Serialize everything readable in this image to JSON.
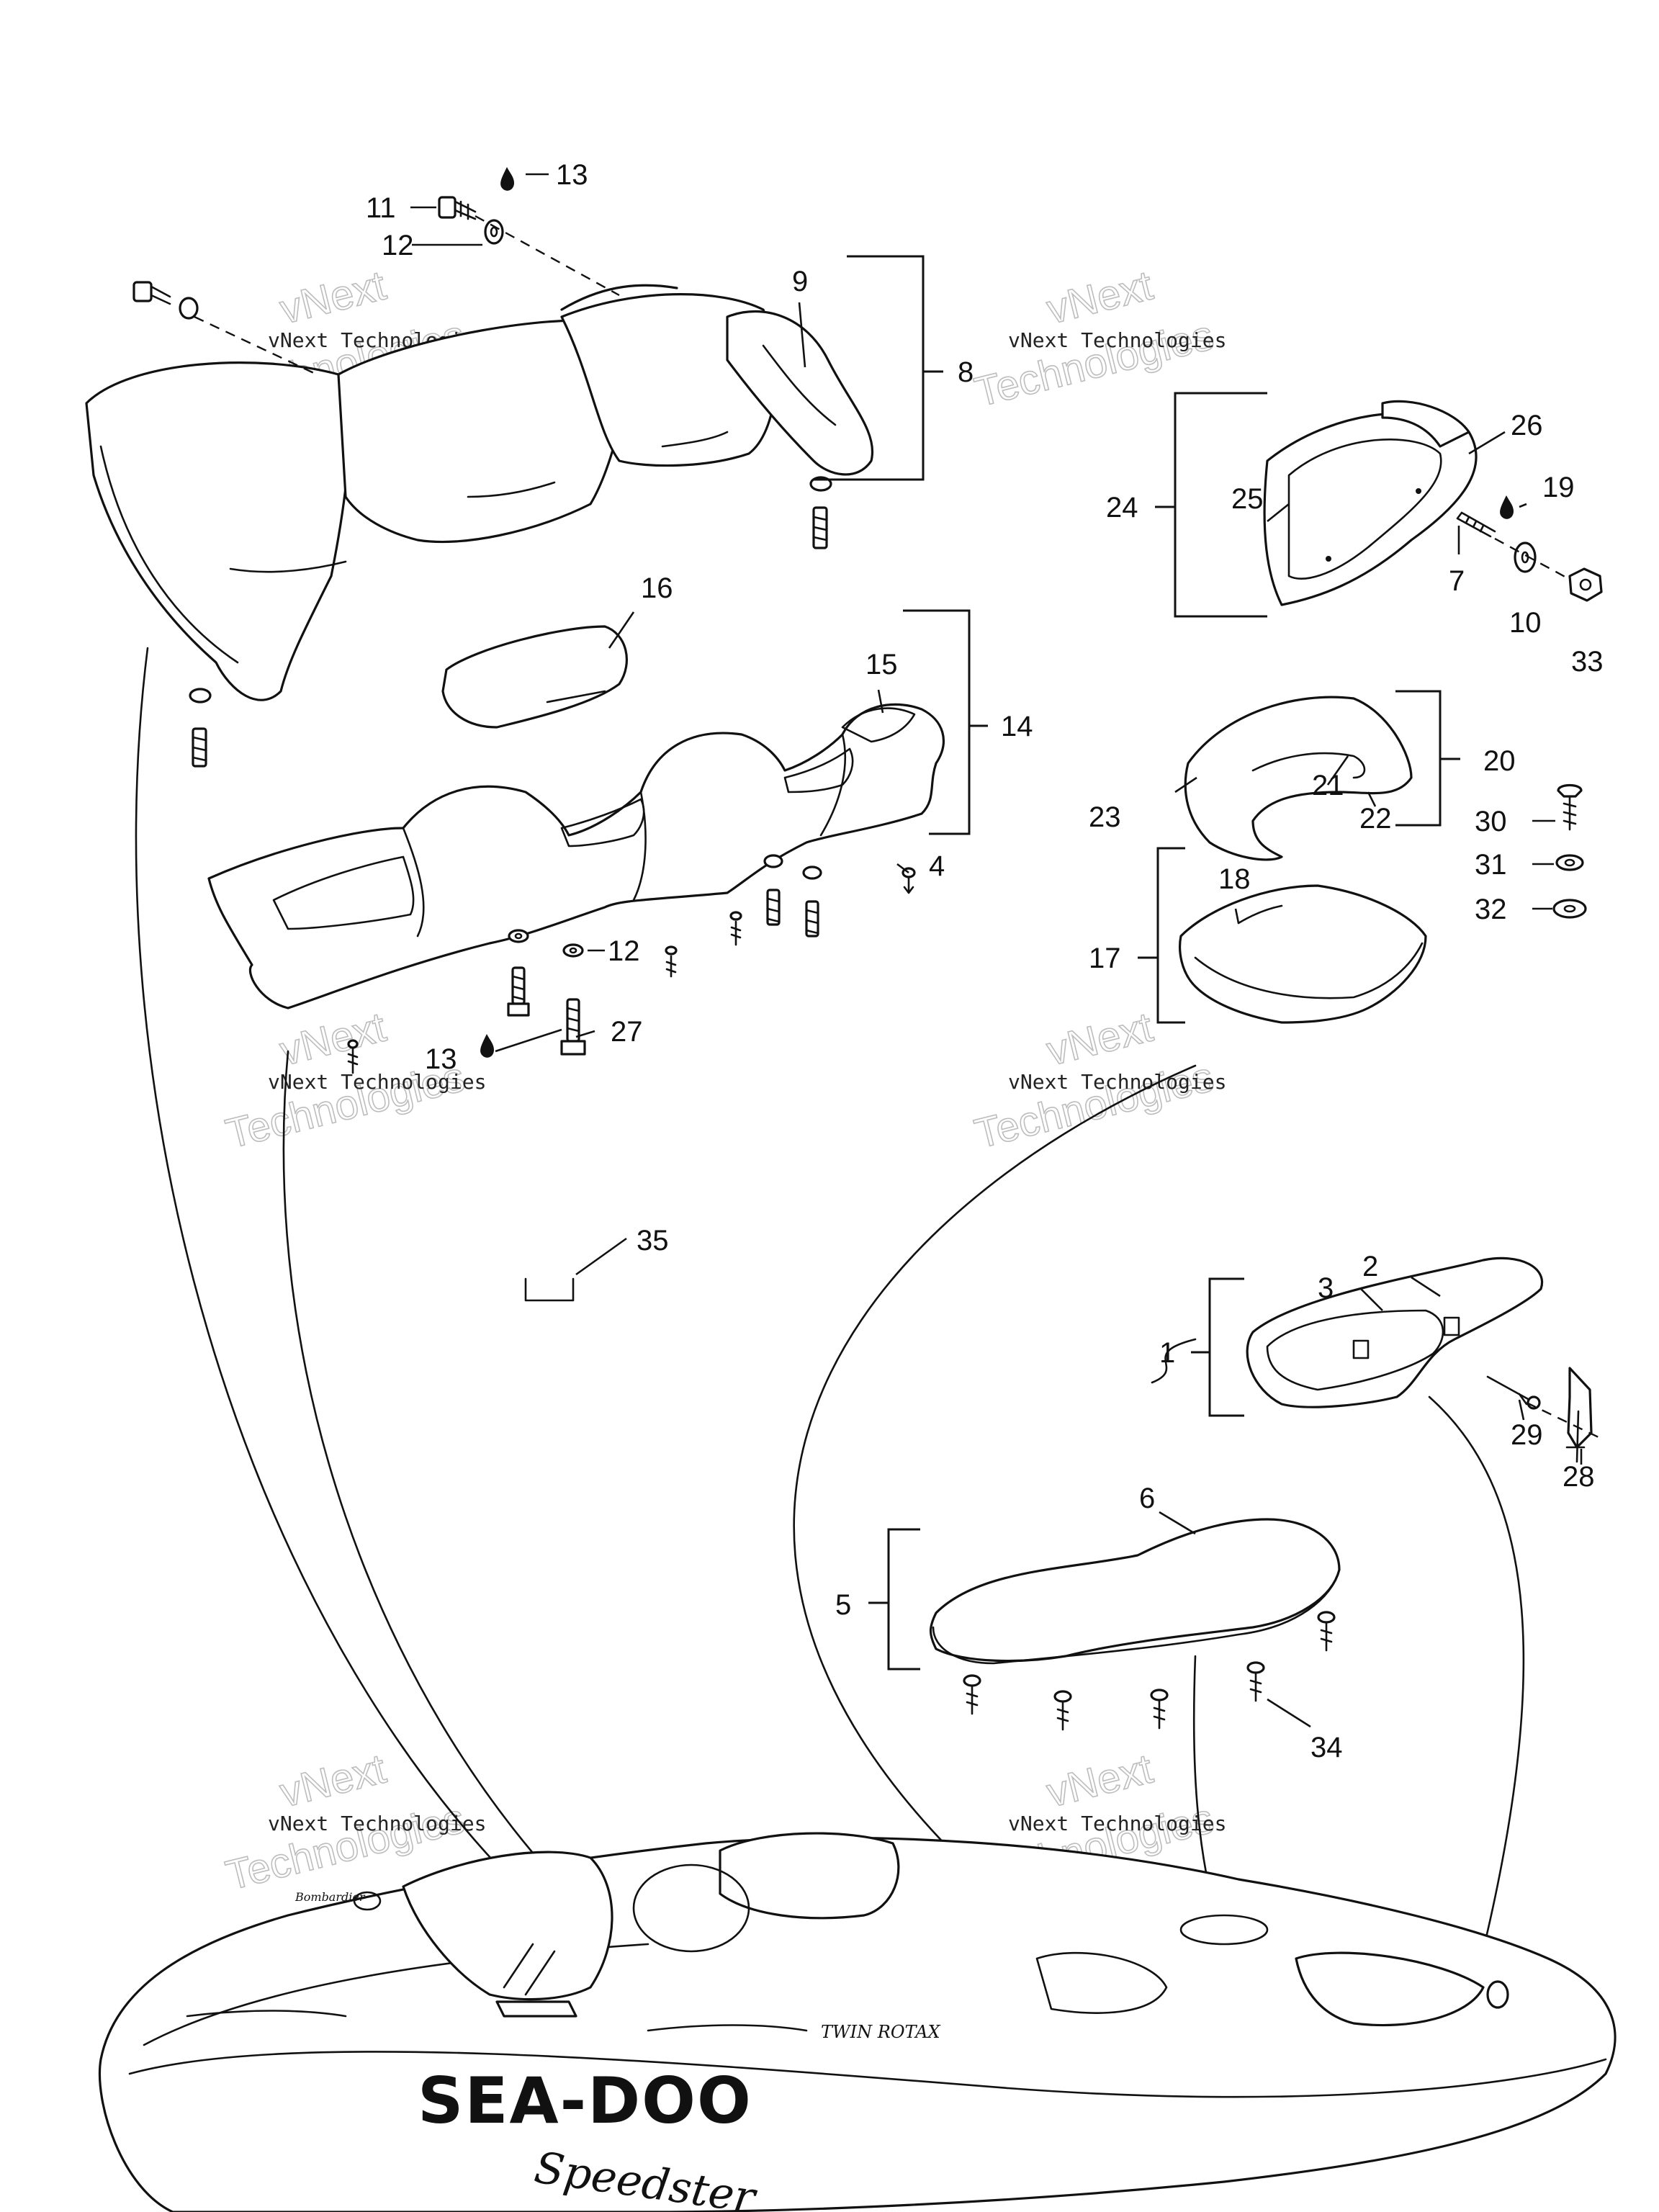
{
  "diagram": {
    "callouts": [
      "1",
      "2",
      "3",
      "4",
      "5",
      "6",
      "7",
      "8",
      "9",
      "10",
      "11",
      "12",
      "12",
      "13",
      "13",
      "14",
      "15",
      "16",
      "17",
      "18",
      "19",
      "20",
      "21",
      "22",
      "23",
      "24",
      "25",
      "26",
      "27",
      "28",
      "29",
      "30",
      "31",
      "32",
      "33",
      "34",
      "35"
    ],
    "watermark": {
      "brand_line": "vNext Technologies",
      "outline_top": "vNext",
      "outline_bottom": "Technologies"
    },
    "hull": {
      "brand_logo": "SEA-DOO",
      "model_script": "Speedster",
      "deck_decal": "TWIN ROTAX",
      "maker_badge": "Bombardier"
    }
  }
}
